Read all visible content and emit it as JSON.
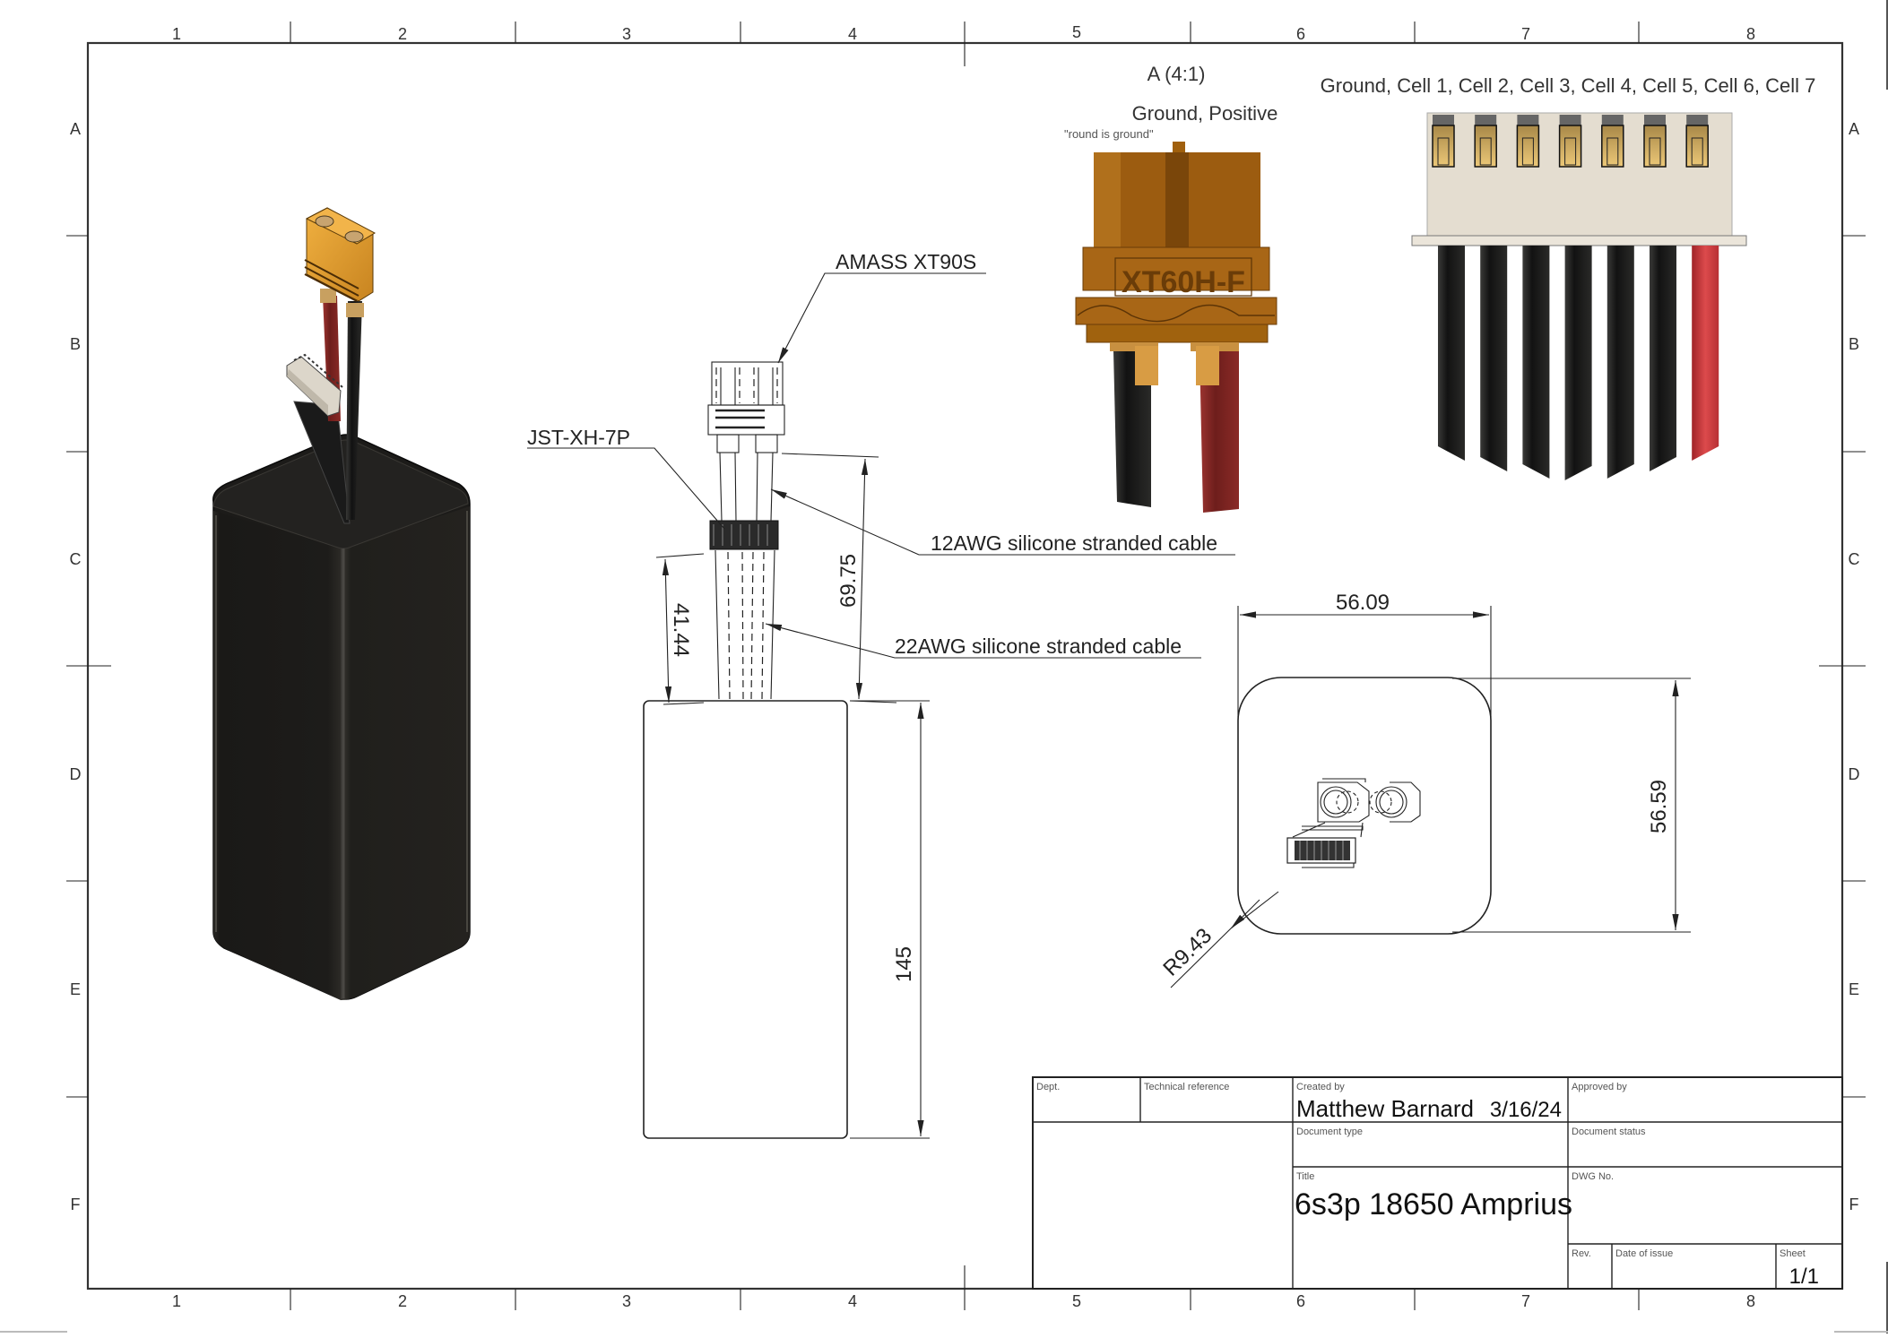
{
  "sheet": {
    "column_labels": [
      "1",
      "2",
      "3",
      "4",
      "5",
      "6",
      "7",
      "8"
    ],
    "row_labels": [
      "A",
      "B",
      "C",
      "D",
      "E",
      "F"
    ]
  },
  "views": {
    "detail_a": {
      "label": "A (4:1)",
      "connector_pinout": "Ground, Positive",
      "connector_note": "\"round is ground\"",
      "connector_marking": "XT60H-F"
    },
    "balance_connector": {
      "pinout": "Ground, Cell 1, Cell 2, Cell 3, Cell 4, Cell 5, Cell 6, Cell 7",
      "wire_colors": [
        "#1e1e1c",
        "#1e1e1c",
        "#1e1e1c",
        "#1e1e1c",
        "#1e1e1c",
        "#1e1e1c",
        "#c8383c"
      ]
    },
    "side_view": {
      "callouts": {
        "main_connector": "AMASS XT90S",
        "balance_connector": "JST-XH-7P",
        "main_cable": "12AWG silicone stranded cable",
        "balance_cable": "22AWG silicone stranded cable"
      },
      "dimensions": {
        "main_lead_length": "69.75",
        "balance_lead_length": "41.44",
        "body_height": "145"
      }
    },
    "top_view": {
      "dimensions": {
        "width": "56.09",
        "depth": "56.59",
        "corner_radius": "R9.43"
      }
    }
  },
  "title_block": {
    "dept_label": "Dept.",
    "dept_value": "",
    "technical_reference_label": "Technical reference",
    "technical_reference_value": "",
    "created_by_label": "Created by",
    "created_by_value": "Matthew Barnard",
    "created_date": "3/16/24",
    "approved_by_label": "Approved by",
    "approved_by_value": "",
    "document_type_label": "Document type",
    "document_type_value": "",
    "document_status_label": "Document status",
    "document_status_value": "",
    "title_label": "Title",
    "title_value": "6s3p 18650 Amprius",
    "dwg_no_label": "DWG No.",
    "dwg_no_value": "",
    "rev_label": "Rev.",
    "rev_value": "",
    "date_of_issue_label": "Date of issue",
    "date_of_issue_value": "",
    "sheet_label": "Sheet",
    "sheet_value": "1/1"
  },
  "colors": {
    "connector_orange": "#a8661a",
    "connector_yellow": "#e0a030",
    "jst_body": "#e4ddd0",
    "jst_pin": "#d8b060",
    "battery_body": "#1c1b19",
    "wire_red": "#8a2a26",
    "wire_black": "#141414"
  }
}
